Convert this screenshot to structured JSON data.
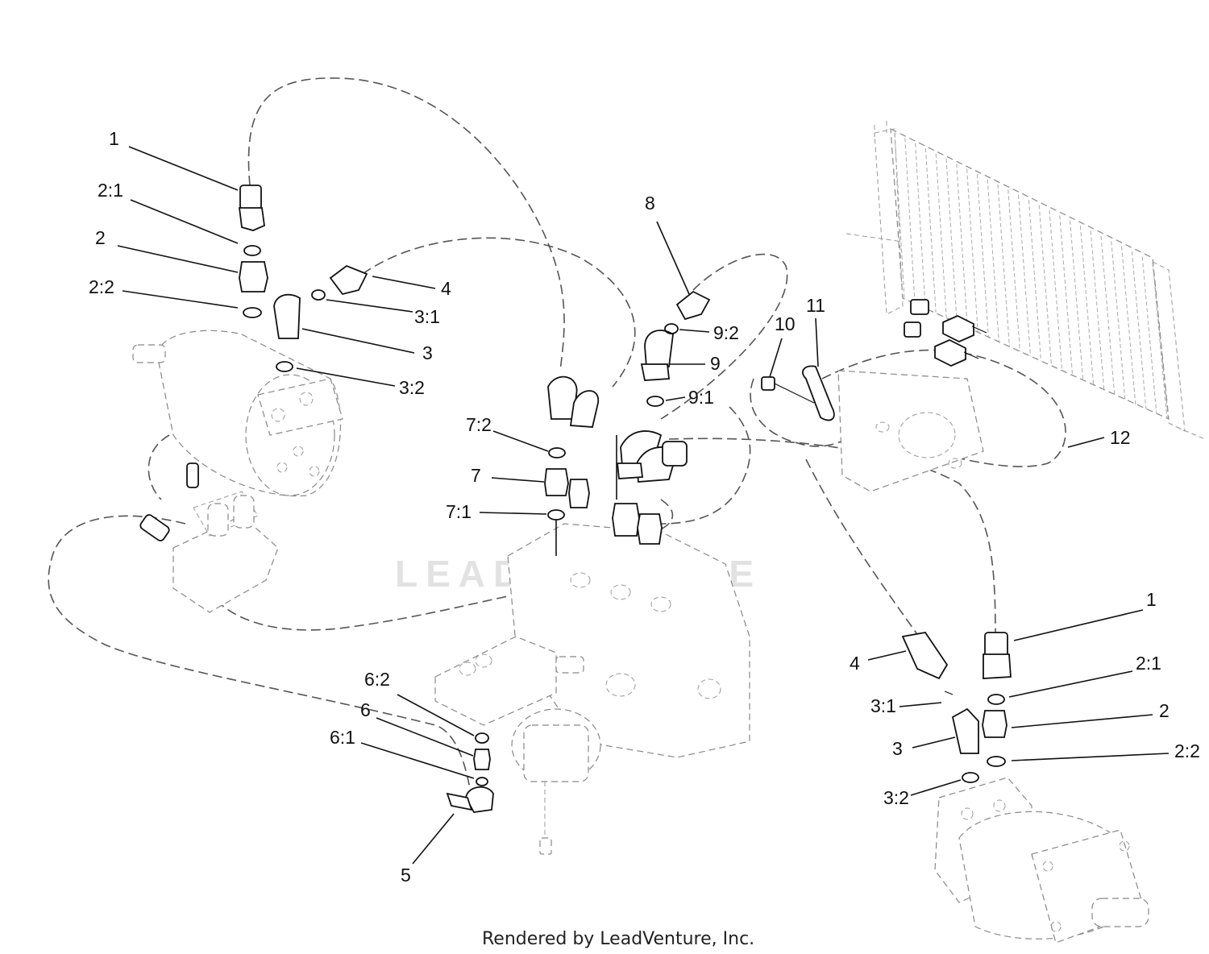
{
  "footer": "Rendered by LeadVenture, Inc.",
  "watermark": "LEADVENTURE",
  "callouts": {
    "c1a": "1",
    "c21a": "2:1",
    "c2a": "2",
    "c22a": "2:2",
    "c4a": "4",
    "c31a": "3:1",
    "c3a": "3",
    "c32a": "3:2",
    "c8": "8",
    "c92": "9:2",
    "c9": "9",
    "c91": "9:1",
    "c10": "10",
    "c11": "11",
    "c12": "12",
    "c72": "7:2",
    "c7": "7",
    "c71": "7:1",
    "c1b": "1",
    "c4b": "4",
    "c21b": "2:1",
    "c31b": "3:1",
    "c2b": "2",
    "c3b": "3",
    "c22b": "2:2",
    "c32b": "3:2",
    "c62": "6:2",
    "c6": "6",
    "c61": "6:1",
    "c5": "5"
  }
}
